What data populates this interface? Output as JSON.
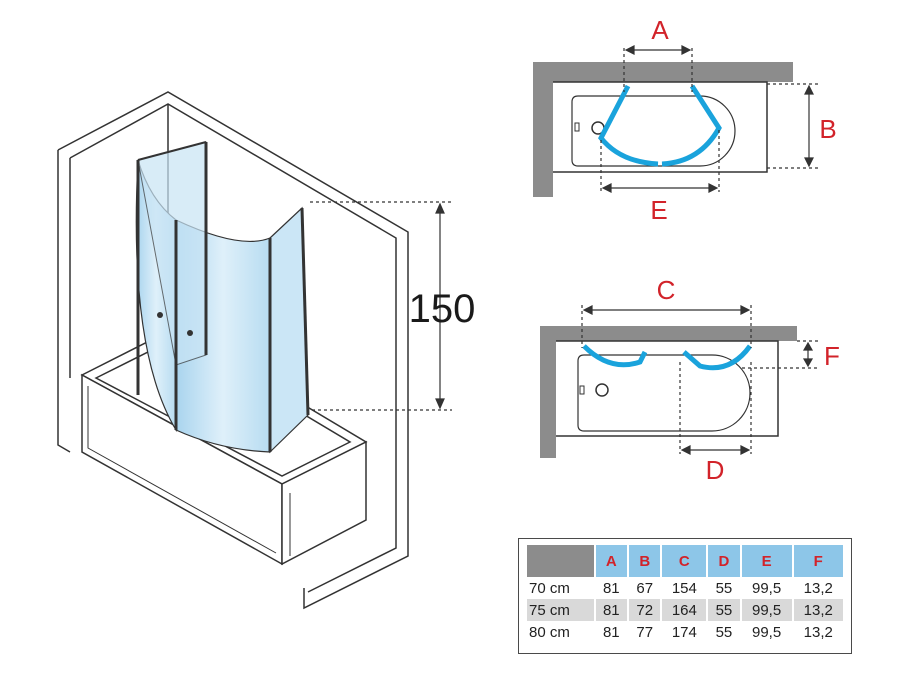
{
  "height_dimension": "150",
  "labels": {
    "A": "A",
    "B": "B",
    "C": "C",
    "D": "D",
    "E": "E",
    "F": "F"
  },
  "colors": {
    "accent_red": "#d2232a",
    "glass_blue": "#1aa3dc",
    "header_blue": "#8dc6e8",
    "wall_gray": "#8c8c8c"
  },
  "table": {
    "columns": [
      "",
      "A",
      "B",
      "C",
      "D",
      "E",
      "F"
    ],
    "rows": [
      [
        "70 cm",
        "81",
        "67",
        "154",
        "55",
        "99,5",
        "13,2"
      ],
      [
        "75 cm",
        "81",
        "72",
        "164",
        "55",
        "99,5",
        "13,2"
      ],
      [
        "80 cm",
        "81",
        "77",
        "174",
        "55",
        "99,5",
        "13,2"
      ]
    ]
  }
}
